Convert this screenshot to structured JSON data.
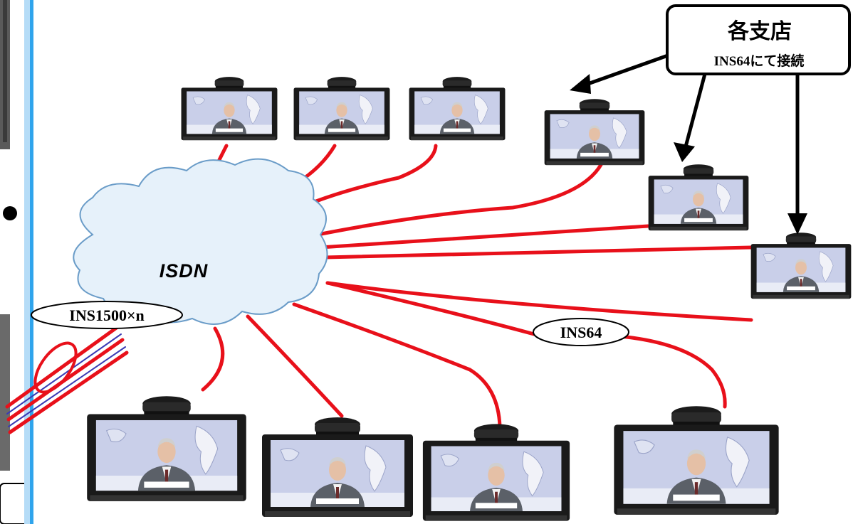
{
  "cloud": {
    "label": "ISDN"
  },
  "callout": {
    "title": "各支店",
    "subtitle": "INS64にて接続"
  },
  "labels": {
    "trunk": "INS1500×n",
    "branch_line": "INS64"
  },
  "colors": {
    "link": "#e8101a",
    "left_panel": "#b5dcf7",
    "left_panel_edge": "#2fa4ec",
    "cloud_fill": "#e6f1fa",
    "cloud_edge": "#6a9cc8"
  },
  "terminals": [
    {
      "id": "t1"
    },
    {
      "id": "t2"
    },
    {
      "id": "t3"
    },
    {
      "id": "t4"
    },
    {
      "id": "t5"
    },
    {
      "id": "t6"
    },
    {
      "id": "t7"
    },
    {
      "id": "t8"
    },
    {
      "id": "t9"
    },
    {
      "id": "t10"
    }
  ]
}
